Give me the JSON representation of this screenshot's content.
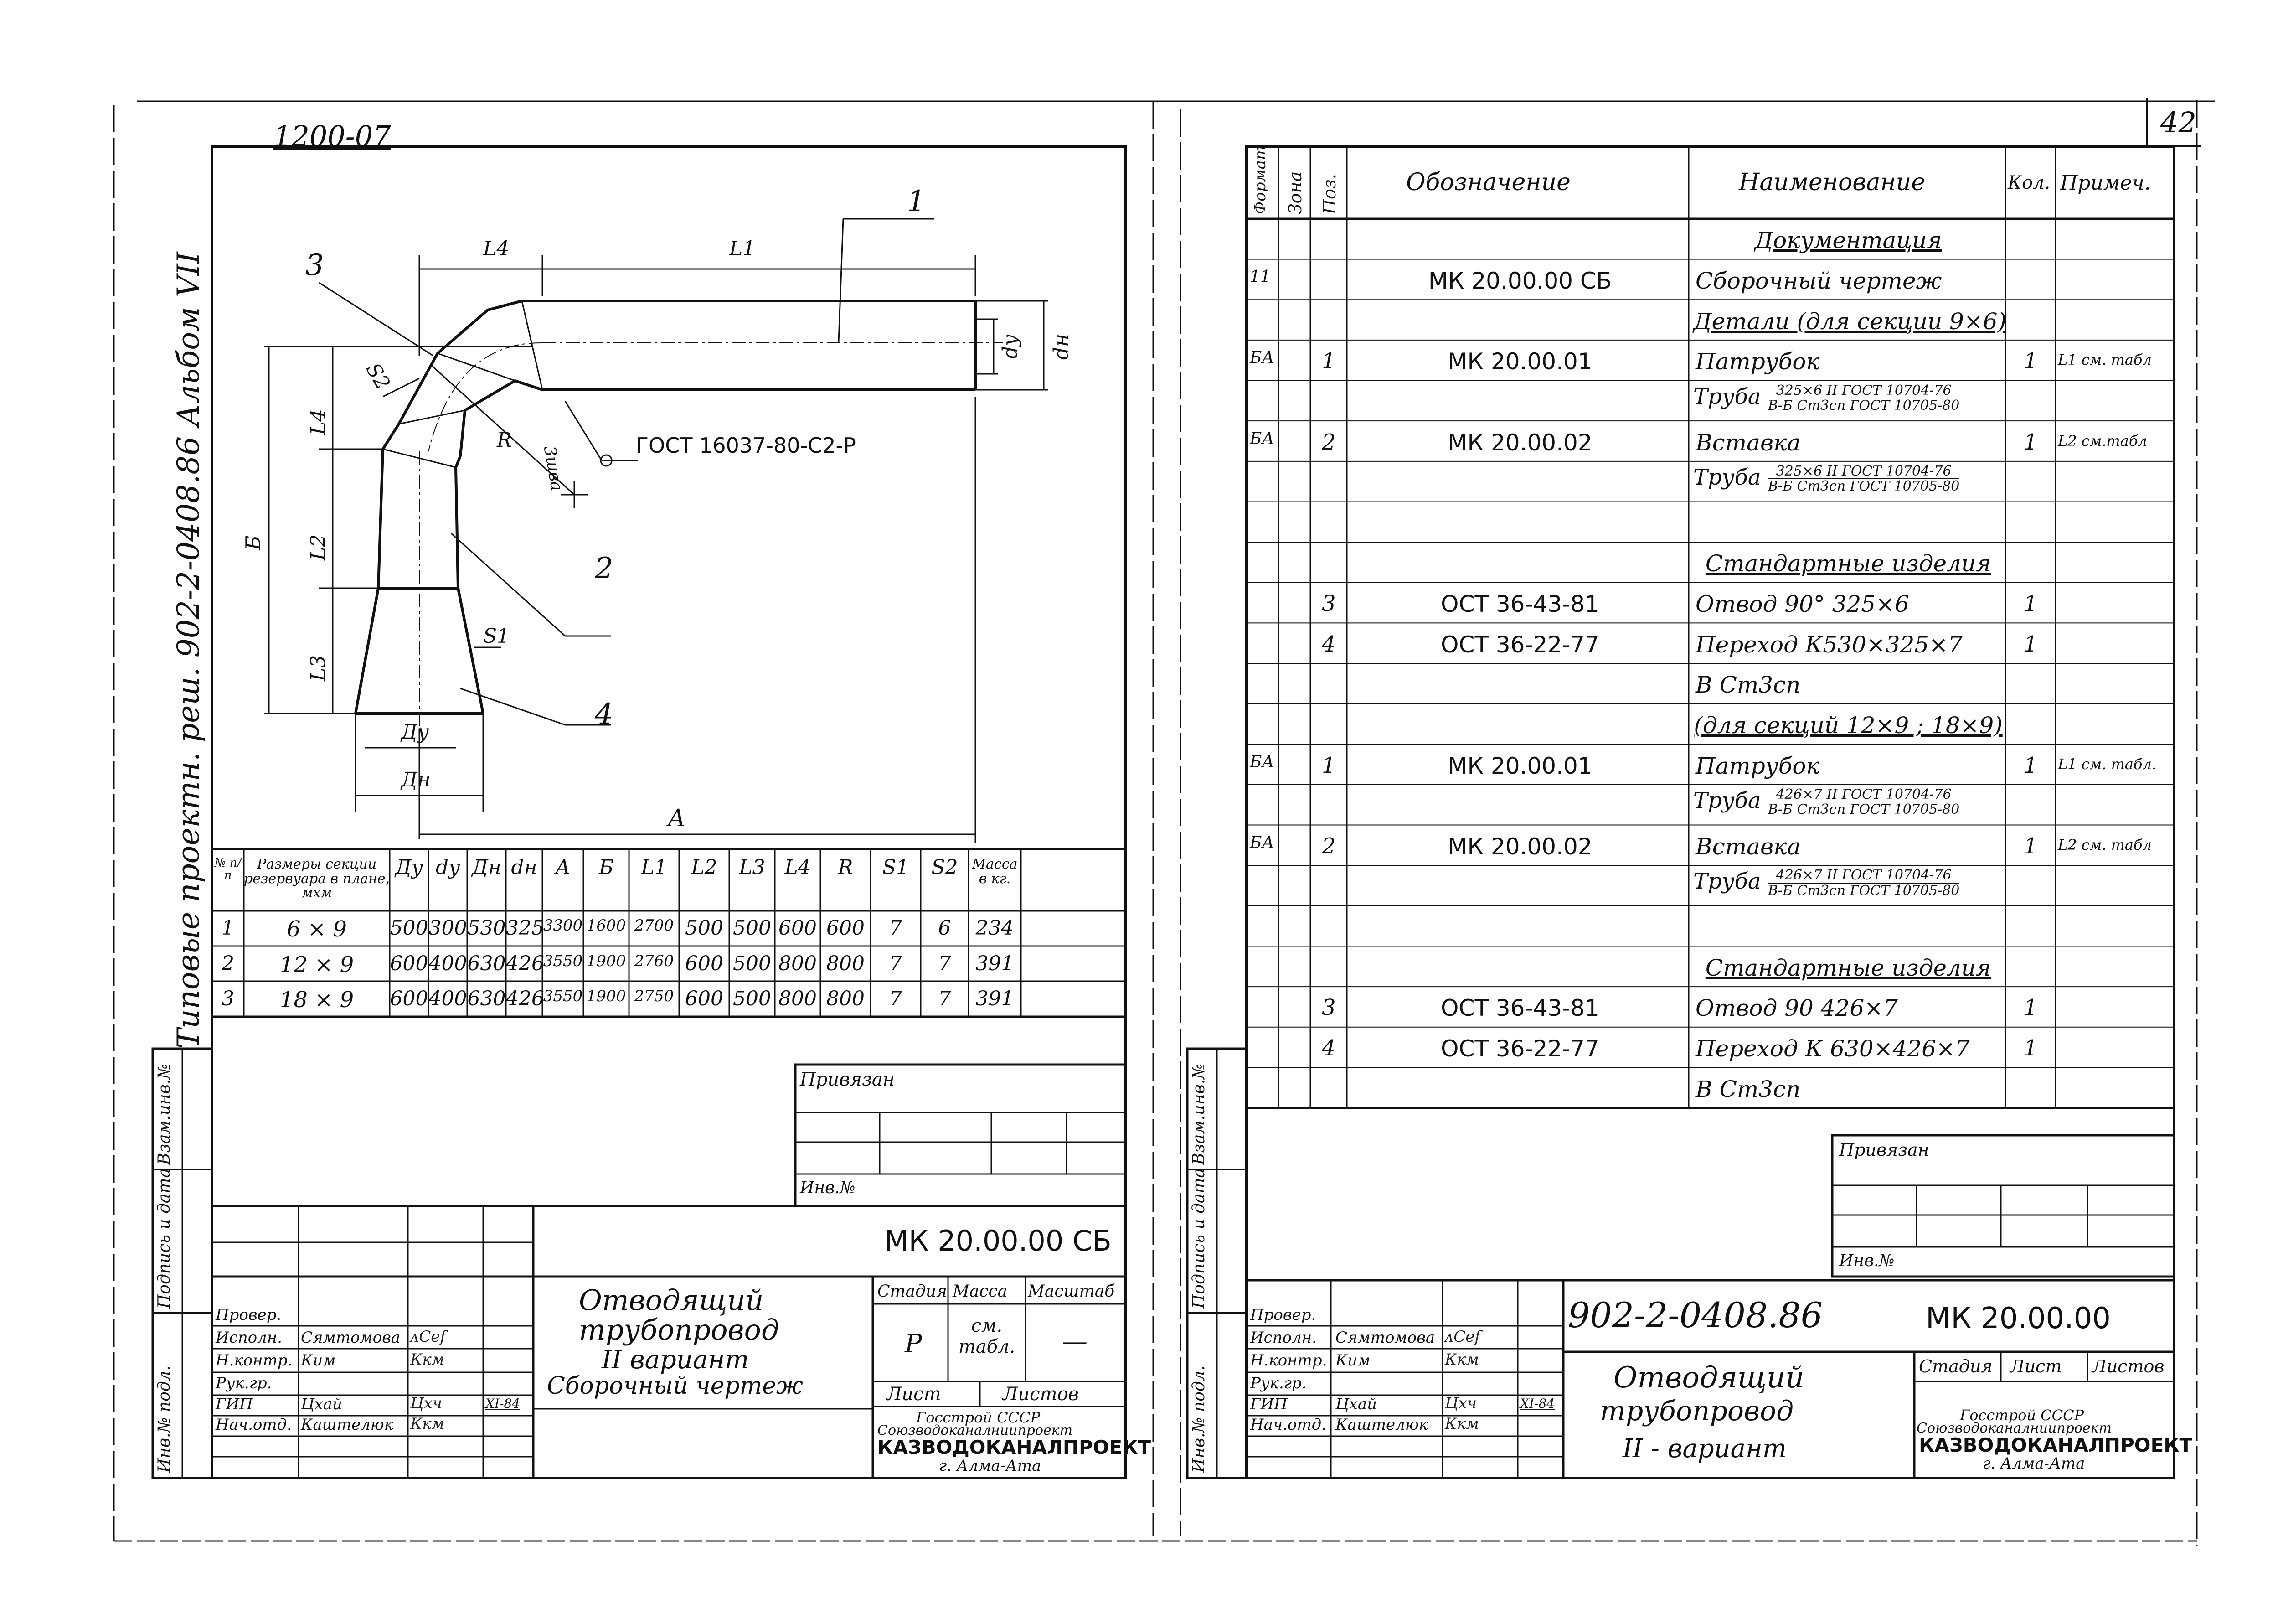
{
  "page_number": "42",
  "left_sheet": {
    "stamp": "1200-07",
    "side_title": "Типовые проектн. реш. 902-2-0408.86   Альбом VII",
    "drawing": {
      "labels": {
        "L4_top": "L4",
        "L1": "L1",
        "dy": "dy",
        "dn": "dн",
        "pos1": "1",
        "pos3": "3",
        "S2": "S2",
        "R": "R",
        "weld": "3шва",
        "gost": "ГОСТ 16037-80-С2-Р",
        "L4_side": "L4",
        "B": "Б",
        "L2": "L2",
        "L3": "L3",
        "pos2": "2",
        "S1": "S1",
        "pos4": "4",
        "Dy": "Ду",
        "Dn": "Дн",
        "A": "А"
      }
    },
    "table": {
      "headers": [
        "№ п/п",
        "Размеры секции резервуара в плане, мхм",
        "Ду",
        "dy",
        "Дн",
        "dн",
        "А",
        "Б",
        "L1",
        "L2",
        "L3",
        "L4",
        "R",
        "S1",
        "S2",
        "Масса в кг."
      ],
      "rows": [
        [
          "1",
          "6 × 9",
          "500",
          "300",
          "530",
          "325",
          "3300",
          "1600",
          "2700",
          "500",
          "500",
          "600",
          "600",
          "7",
          "6",
          "234"
        ],
        [
          "2",
          "12 × 9",
          "600",
          "400",
          "630",
          "426",
          "3550",
          "1900",
          "2760",
          "600",
          "500",
          "800",
          "800",
          "7",
          "7",
          "391"
        ],
        [
          "3",
          "18 × 9",
          "600",
          "400",
          "630",
          "426",
          "3550",
          "1900",
          "2750",
          "600",
          "500",
          "800",
          "800",
          "7",
          "7",
          "391"
        ]
      ]
    },
    "side_stamps": [
      "Инв.№ подл.",
      "Подпись и дата",
      "Взам.инв.№"
    ],
    "privyazan": "Привязан",
    "inv_no": "Инв.№",
    "code": "МК 20.00.00 СБ",
    "title": [
      "Отводящий",
      "трубопровод",
      "II вариант",
      "Сборочный чертеж"
    ],
    "stadia_label": "Стадия",
    "massa_label": "Масса",
    "masshtab_label": "Масштаб",
    "stadia": "Р",
    "massa": "см. табл.",
    "masshtab": "—",
    "list_label": "Лист",
    "listov_label": "Листов",
    "org": [
      "Госстрой СССР",
      "Союзводоканалниипроект",
      "КАЗВОДОКАНАЛПРОЕКТ",
      "г. Алма-Ата"
    ],
    "signers": [
      {
        "role": "Провер.",
        "name": "",
        "sign": "",
        "date": ""
      },
      {
        "role": "Исполн.",
        "name": "Сямтомова",
        "sign": "ᴧСеf",
        "date": ""
      },
      {
        "role": "Н.контр.",
        "name": "Ким",
        "sign": "Ккм",
        "date": ""
      },
      {
        "role": "Рук.гр.",
        "name": "",
        "sign": "",
        "date": ""
      },
      {
        "role": "ГИП",
        "name": "Цхай",
        "sign": "Цхч",
        "date": "XI-84"
      },
      {
        "role": "Нач.отд.",
        "name": "Каштелюк",
        "sign": "Ккм",
        "date": ""
      }
    ]
  },
  "right_sheet": {
    "headers": [
      "Формат",
      "Зона",
      "Поз.",
      "Обозначение",
      "Наименование",
      "Кол.",
      "Примеч."
    ],
    "rows": [
      {
        "fmt": "",
        "pos": "",
        "oboz": "",
        "name": "Документация",
        "qty": "",
        "note": "",
        "kind": "section"
      },
      {
        "fmt": "11",
        "pos": "",
        "oboz": "МК 20.00.00 СБ",
        "name": "Сборочный чертеж",
        "qty": "",
        "note": "",
        "kind": "item"
      },
      {
        "fmt": "",
        "pos": "",
        "oboz": "",
        "name": "Детали (для секции 9×6)",
        "qty": "",
        "note": "",
        "kind": "section"
      },
      {
        "fmt": "БА",
        "pos": "1",
        "oboz": "МК 20.00.01",
        "name": "Патрубок",
        "qty": "1",
        "note": "L1 см. табл",
        "kind": "item"
      },
      {
        "fmt": "",
        "pos": "",
        "oboz": "",
        "name": "Труба",
        "num": "325×6 II ГОСТ 10704-76",
        "den": "В-Б Ст3сп ГОСТ 10705-80",
        "qty": "",
        "note": "",
        "kind": "frac"
      },
      {
        "fmt": "БА",
        "pos": "2",
        "oboz": "МК 20.00.02",
        "name": "Вставка",
        "qty": "1",
        "note": "L2 см.табл",
        "kind": "item"
      },
      {
        "fmt": "",
        "pos": "",
        "oboz": "",
        "name": "Труба",
        "num": "325×6 II ГОСТ 10704-76",
        "den": "В-Б Ст3сп ГОСТ 10705-80",
        "qty": "",
        "note": "",
        "kind": "frac"
      },
      {
        "fmt": "",
        "pos": "",
        "oboz": "",
        "name": "",
        "qty": "",
        "note": "",
        "kind": "blank"
      },
      {
        "fmt": "",
        "pos": "",
        "oboz": "",
        "name": "Стандартные изделия",
        "qty": "",
        "note": "",
        "kind": "section"
      },
      {
        "fmt": "",
        "pos": "3",
        "oboz": "ОСТ 36-43-81",
        "name": "Отвод 90° 325×6",
        "qty": "1",
        "note": "",
        "kind": "item"
      },
      {
        "fmt": "",
        "pos": "4",
        "oboz": "ОСТ 36-22-77",
        "name": "Переход К530×325×7",
        "qty": "1",
        "note": "",
        "kind": "item"
      },
      {
        "fmt": "",
        "pos": "",
        "oboz": "",
        "name": "В Ст3сп",
        "qty": "",
        "note": "",
        "kind": "item"
      },
      {
        "fmt": "",
        "pos": "",
        "oboz": "",
        "name": "(для секций 12×9 ; 18×9)",
        "qty": "",
        "note": "",
        "kind": "section"
      },
      {
        "fmt": "БА",
        "pos": "1",
        "oboz": "МК 20.00.01",
        "name": "Патрубок",
        "qty": "1",
        "note": "L1 см. табл.",
        "kind": "item"
      },
      {
        "fmt": "",
        "pos": "",
        "oboz": "",
        "name": "Труба",
        "num": "426×7 II ГОСТ 10704-76",
        "den": "В-Б Ст3сп ГОСТ 10705-80",
        "qty": "",
        "note": "",
        "kind": "frac"
      },
      {
        "fmt": "БА",
        "pos": "2",
        "oboz": "МК 20.00.02",
        "name": "Вставка",
        "qty": "1",
        "note": "L2 см. табл",
        "kind": "item"
      },
      {
        "fmt": "",
        "pos": "",
        "oboz": "",
        "name": "Труба",
        "num": "426×7 II ГОСТ 10704-76",
        "den": "В-Б Ст3сп ГОСТ 10705-80",
        "qty": "",
        "note": "",
        "kind": "frac"
      },
      {
        "fmt": "",
        "pos": "",
        "oboz": "",
        "name": "",
        "qty": "",
        "note": "",
        "kind": "blank"
      },
      {
        "fmt": "",
        "pos": "",
        "oboz": "",
        "name": "Стандартные изделия",
        "qty": "",
        "note": "",
        "kind": "section"
      },
      {
        "fmt": "",
        "pos": "3",
        "oboz": "ОСТ 36-43-81",
        "name": "Отвод 90 426×7",
        "qty": "1",
        "note": "",
        "kind": "item"
      },
      {
        "fmt": "",
        "pos": "4",
        "oboz": "ОСТ 36-22-77",
        "name": "Переход К 630×426×7",
        "qty": "1",
        "note": "",
        "kind": "item"
      },
      {
        "fmt": "",
        "pos": "",
        "oboz": "",
        "name": "В Ст3сп",
        "qty": "",
        "note": "",
        "kind": "item"
      }
    ],
    "side_stamps": [
      "Инв.№ подл.",
      "Подпись и дата",
      "Взам.инв.№"
    ],
    "privyazan": "Привязан",
    "inv_no": "Инв.№",
    "album_code": "902-2-0408.86",
    "code": "МК 20.00.00",
    "title": [
      "Отводящий",
      "трубопровод",
      "II - вариант"
    ],
    "stadia_label": "Стадия",
    "list_label": "Лист",
    "listov_label": "Листов",
    "org": [
      "Госстрой СССР",
      "Союзводоканалниипроект",
      "КАЗВОДОКАНАЛПРОЕКТ",
      "г. Алма-Ата"
    ],
    "signers": [
      {
        "role": "Провер.",
        "name": "",
        "sign": "",
        "date": ""
      },
      {
        "role": "Исполн.",
        "name": "Сямтомова",
        "sign": "ᴧСеf",
        "date": ""
      },
      {
        "role": "Н.контр.",
        "name": "Ким",
        "sign": "Ккм",
        "date": ""
      },
      {
        "role": "Рук.гр.",
        "name": "",
        "sign": "",
        "date": ""
      },
      {
        "role": "ГИП",
        "name": "Цхай",
        "sign": "Цхч",
        "date": "XI-84"
      },
      {
        "role": "Нач.отд.",
        "name": "Каштелюк",
        "sign": "Ккм",
        "date": ""
      }
    ]
  }
}
